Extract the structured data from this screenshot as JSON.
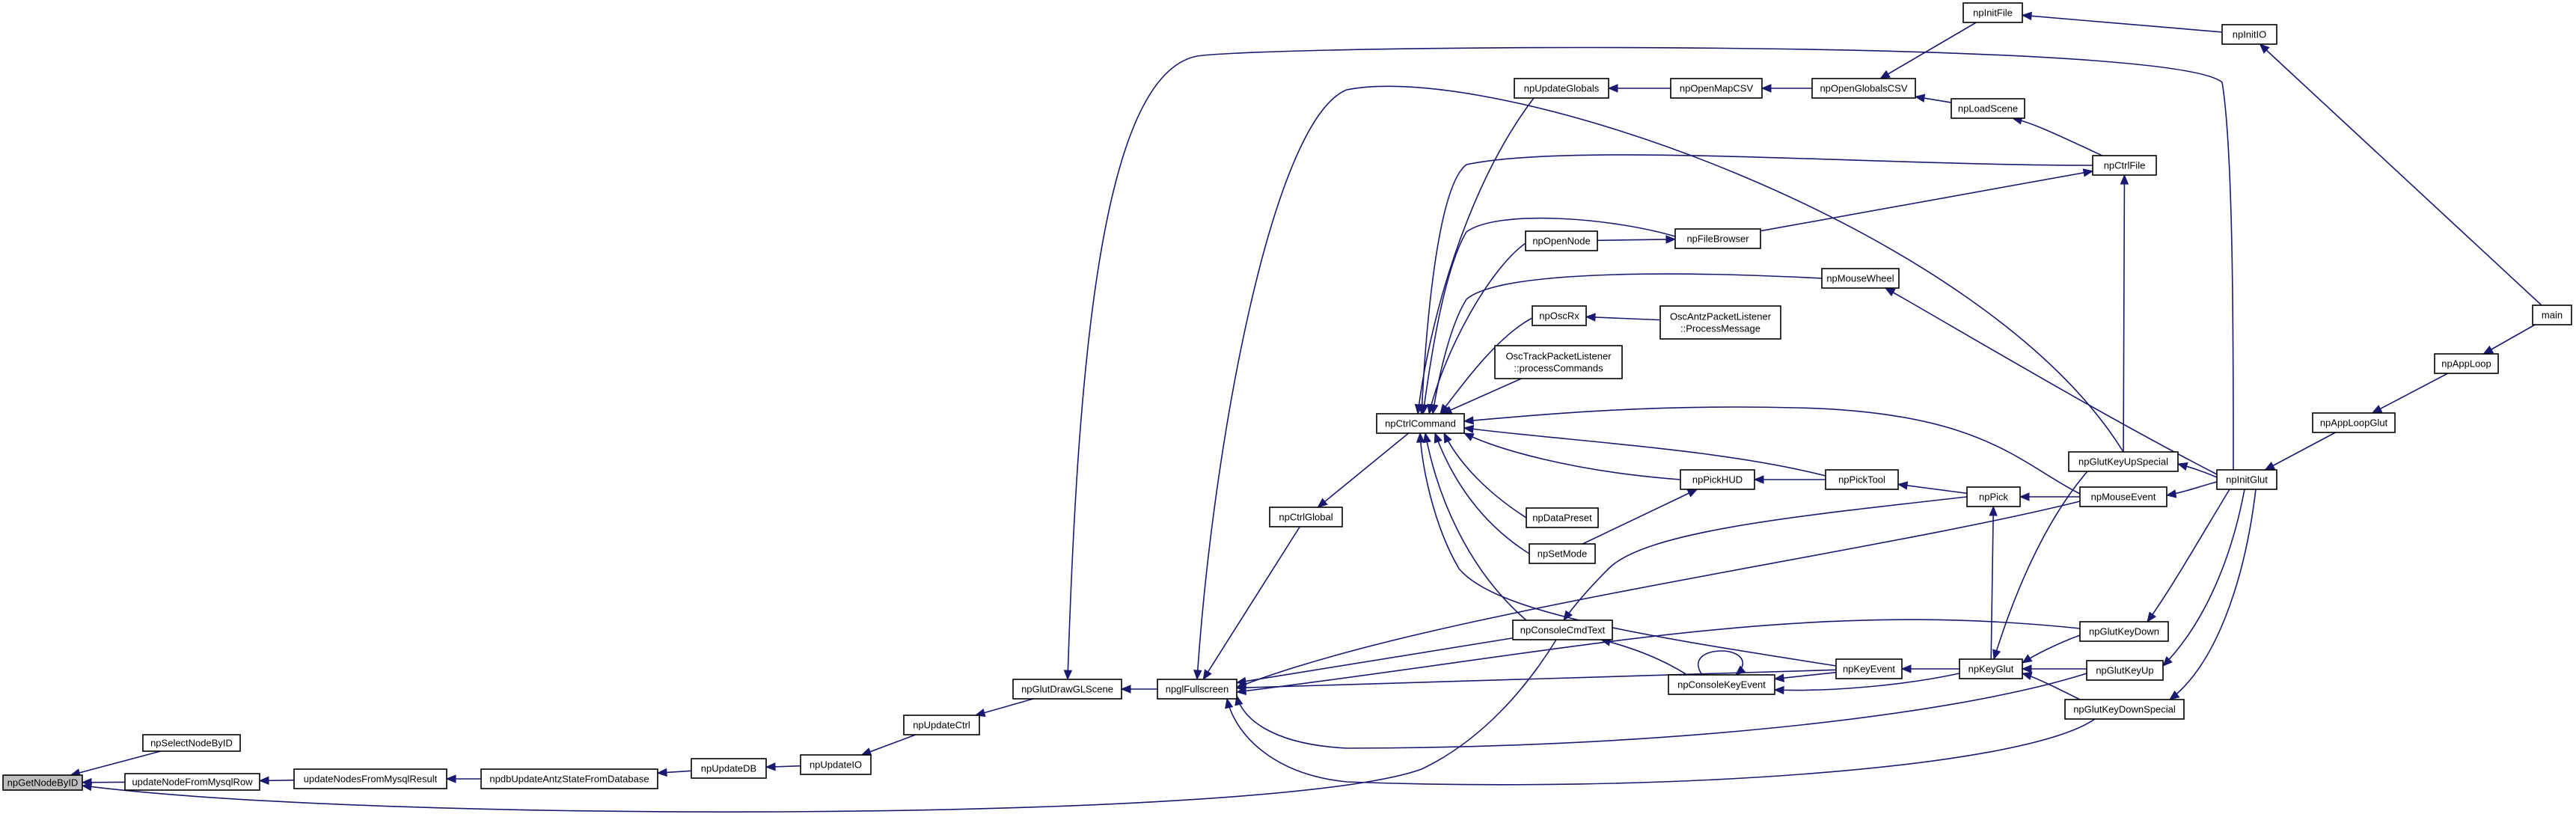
{
  "graph": {
    "direction": "callers of the focus node (arrows point toward callee)",
    "colors": {
      "edge": "#191970",
      "node_border": "#000000",
      "focus_fill": "#bfbfbf",
      "background": "#ffffff"
    },
    "nodes": [
      {
        "id": "npGetNodeByID",
        "lines": [
          "npGetNodeByID"
        ],
        "focus": true
      },
      {
        "id": "npSelectNodeByID",
        "lines": [
          "npSelectNodeByID"
        ]
      },
      {
        "id": "updateNodeFromMysqlRow",
        "lines": [
          "updateNodeFromMysqlRow"
        ]
      },
      {
        "id": "updateNodesFromMysqlResult",
        "lines": [
          "updateNodesFromMysqlResult"
        ]
      },
      {
        "id": "npdbUpdateAntzStateFromDatabase",
        "lines": [
          "npdbUpdateAntzStateFromDatabase"
        ]
      },
      {
        "id": "npUpdateDB",
        "lines": [
          "npUpdateDB"
        ]
      },
      {
        "id": "npUpdateIO",
        "lines": [
          "npUpdateIO"
        ]
      },
      {
        "id": "npUpdateCtrl",
        "lines": [
          "npUpdateCtrl"
        ]
      },
      {
        "id": "npGlutDrawGLScene",
        "lines": [
          "npGlutDrawGLScene"
        ]
      },
      {
        "id": "npglFullscreen",
        "lines": [
          "npglFullscreen"
        ]
      },
      {
        "id": "npCtrlGlobal",
        "lines": [
          "npCtrlGlobal"
        ]
      },
      {
        "id": "npCtrlCommand",
        "lines": [
          "npCtrlCommand"
        ]
      },
      {
        "id": "npUpdateGlobals",
        "lines": [
          "npUpdateGlobals"
        ]
      },
      {
        "id": "npOpenMapCSV",
        "lines": [
          "npOpenMapCSV"
        ]
      },
      {
        "id": "npOpenGlobalsCSV",
        "lines": [
          "npOpenGlobalsCSV"
        ]
      },
      {
        "id": "npInitFile",
        "lines": [
          "npInitFile"
        ]
      },
      {
        "id": "npInitIO",
        "lines": [
          "npInitIO"
        ]
      },
      {
        "id": "npLoadScene",
        "lines": [
          "npLoadScene"
        ]
      },
      {
        "id": "npCtrlFile",
        "lines": [
          "npCtrlFile"
        ]
      },
      {
        "id": "npOpenNode",
        "lines": [
          "npOpenNode"
        ]
      },
      {
        "id": "npFileBrowser",
        "lines": [
          "npFileBrowser"
        ]
      },
      {
        "id": "npMouseWheel",
        "lines": [
          "npMouseWheel"
        ]
      },
      {
        "id": "npOscRx",
        "lines": [
          "npOscRx"
        ]
      },
      {
        "id": "OscAntzPacketListener",
        "lines": [
          "OscAntzPacketListener",
          "::ProcessMessage"
        ]
      },
      {
        "id": "OscTrackPacketListener",
        "lines": [
          "OscTrackPacketListener",
          "::processCommands"
        ]
      },
      {
        "id": "npPickHUD",
        "lines": [
          "npPickHUD"
        ]
      },
      {
        "id": "npPickTool",
        "lines": [
          "npPickTool"
        ]
      },
      {
        "id": "npDataPreset",
        "lines": [
          "npDataPreset"
        ]
      },
      {
        "id": "npSetMode",
        "lines": [
          "npSetMode"
        ]
      },
      {
        "id": "npConsoleCmdText",
        "lines": [
          "npConsoleCmdText"
        ]
      },
      {
        "id": "npConsoleKeyEvent",
        "lines": [
          "npConsoleKeyEvent"
        ]
      },
      {
        "id": "npKeyEvent",
        "lines": [
          "npKeyEvent"
        ]
      },
      {
        "id": "npKeyGlut",
        "lines": [
          "npKeyGlut"
        ]
      },
      {
        "id": "npPick",
        "lines": [
          "npPick"
        ]
      },
      {
        "id": "npMouseEvent",
        "lines": [
          "npMouseEvent"
        ]
      },
      {
        "id": "npGlutKeyUpSpecial",
        "lines": [
          "npGlutKeyUpSpecial"
        ]
      },
      {
        "id": "npGlutKeyDown",
        "lines": [
          "npGlutKeyDown"
        ]
      },
      {
        "id": "npGlutKeyUp",
        "lines": [
          "npGlutKeyUp"
        ]
      },
      {
        "id": "npGlutKeyDownSpecial",
        "lines": [
          "npGlutKeyDownSpecial"
        ]
      },
      {
        "id": "npInitGlut",
        "lines": [
          "npInitGlut"
        ]
      },
      {
        "id": "npAppLoopGlut",
        "lines": [
          "npAppLoopGlut"
        ]
      },
      {
        "id": "npAppLoop",
        "lines": [
          "npAppLoop"
        ]
      },
      {
        "id": "main",
        "lines": [
          "main"
        ]
      }
    ],
    "edges": [
      [
        "npSelectNodeByID",
        "npGetNodeByID"
      ],
      [
        "updateNodeFromMysqlRow",
        "npGetNodeByID"
      ],
      [
        "npConsoleCmdText",
        "npGetNodeByID"
      ],
      [
        "updateNodesFromMysqlResult",
        "updateNodeFromMysqlRow"
      ],
      [
        "npdbUpdateAntzStateFromDatabase",
        "updateNodesFromMysqlResult"
      ],
      [
        "npUpdateDB",
        "npdbUpdateAntzStateFromDatabase"
      ],
      [
        "npUpdateIO",
        "npUpdateDB"
      ],
      [
        "npUpdateCtrl",
        "npUpdateIO"
      ],
      [
        "npGlutDrawGLScene",
        "npUpdateCtrl"
      ],
      [
        "npglFullscreen",
        "npGlutDrawGLScene"
      ],
      [
        "npInitGlut",
        "npGlutDrawGLScene"
      ],
      [
        "npCtrlGlobal",
        "npglFullscreen"
      ],
      [
        "npConsoleCmdText",
        "npglFullscreen"
      ],
      [
        "npKeyEvent",
        "npglFullscreen"
      ],
      [
        "npMouseEvent",
        "npglFullscreen"
      ],
      [
        "npGlutKeyUpSpecial",
        "npglFullscreen"
      ],
      [
        "npGlutKeyDown",
        "npglFullscreen"
      ],
      [
        "npGlutKeyUp",
        "npglFullscreen"
      ],
      [
        "npGlutKeyDownSpecial",
        "npglFullscreen"
      ],
      [
        "npCtrlCommand",
        "npCtrlGlobal"
      ],
      [
        "npUpdateGlobals",
        "npCtrlCommand"
      ],
      [
        "npCtrlFile",
        "npCtrlCommand"
      ],
      [
        "npFileBrowser",
        "npCtrlCommand"
      ],
      [
        "npOpenNode",
        "npCtrlCommand"
      ],
      [
        "npMouseWheel",
        "npCtrlCommand"
      ],
      [
        "npOscRx",
        "npCtrlCommand"
      ],
      [
        "OscTrackPacketListener",
        "npCtrlCommand"
      ],
      [
        "npPickHUD",
        "npCtrlCommand"
      ],
      [
        "npPickTool",
        "npCtrlCommand"
      ],
      [
        "npMouseEvent",
        "npCtrlCommand"
      ],
      [
        "npDataPreset",
        "npCtrlCommand"
      ],
      [
        "npSetMode",
        "npCtrlCommand"
      ],
      [
        "npConsoleCmdText",
        "npCtrlCommand"
      ],
      [
        "npKeyEvent",
        "npCtrlCommand"
      ],
      [
        "npOpenMapCSV",
        "npUpdateGlobals"
      ],
      [
        "npOpenGlobalsCSV",
        "npOpenMapCSV"
      ],
      [
        "npInitFile",
        "npOpenGlobalsCSV"
      ],
      [
        "npLoadScene",
        "npOpenGlobalsCSV"
      ],
      [
        "npInitIO",
        "npInitFile"
      ],
      [
        "main",
        "npInitIO"
      ],
      [
        "npCtrlFile",
        "npLoadScene"
      ],
      [
        "npFileBrowser",
        "npCtrlFile"
      ],
      [
        "npGlutKeyUpSpecial",
        "npCtrlFile"
      ],
      [
        "npOpenNode",
        "npFileBrowser"
      ],
      [
        "npInitGlut",
        "npMouseWheel"
      ],
      [
        "OscAntzPacketListener",
        "npOscRx"
      ],
      [
        "npPickTool",
        "npPickHUD"
      ],
      [
        "npPick",
        "npPickTool"
      ],
      [
        "npSetMode",
        "npPickHUD"
      ],
      [
        "npMouseEvent",
        "npPick"
      ],
      [
        "npKeyGlut",
        "npPick"
      ],
      [
        "npPick",
        "npConsoleCmdText"
      ],
      [
        "npConsoleKeyEvent",
        "npConsoleCmdText"
      ],
      [
        "npConsoleKeyEvent",
        "npConsoleKeyEvent"
      ],
      [
        "npKeyEvent",
        "npConsoleKeyEvent"
      ],
      [
        "npKeyGlut",
        "npConsoleKeyEvent"
      ],
      [
        "npKeyGlut",
        "npKeyEvent"
      ],
      [
        "npGlutKeyUpSpecial",
        "npKeyGlut"
      ],
      [
        "npGlutKeyDown",
        "npKeyGlut"
      ],
      [
        "npGlutKeyUp",
        "npKeyGlut"
      ],
      [
        "npGlutKeyDownSpecial",
        "npKeyGlut"
      ],
      [
        "npInitGlut",
        "npGlutKeyUpSpecial"
      ],
      [
        "npInitGlut",
        "npMouseEvent"
      ],
      [
        "npInitGlut",
        "npGlutKeyDown"
      ],
      [
        "npInitGlut",
        "npGlutKeyUp"
      ],
      [
        "npInitGlut",
        "npGlutKeyDownSpecial"
      ],
      [
        "npAppLoopGlut",
        "npInitGlut"
      ],
      [
        "npAppLoop",
        "npAppLoopGlut"
      ],
      [
        "main",
        "npAppLoop"
      ]
    ]
  }
}
